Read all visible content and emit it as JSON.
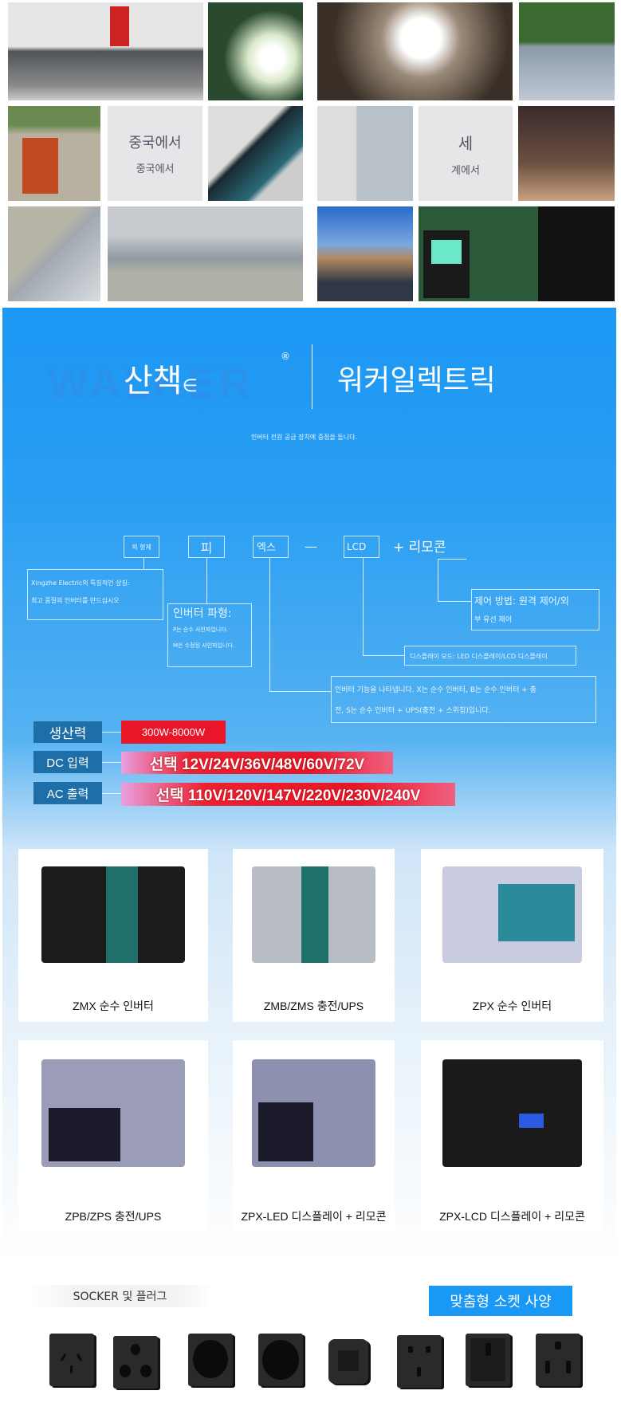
{
  "gallery": {
    "tile_text_1a": "중국에서",
    "tile_text_1b": "중국에서",
    "tile_text_2a": "세",
    "tile_text_2b": "계에서"
  },
  "brand": {
    "left": "산책",
    "left_symbol": "∈",
    "registered": "®",
    "right": "워커일렉트릭",
    "watermark": "WALKER",
    "tagline": "인버터 전원 공급 장치에 중점을 둡니다."
  },
  "diagram": {
    "codes": [
      "외 형제",
      "피",
      "엑스",
      "LCD"
    ],
    "dash": "—",
    "remote": "+ 리모콘",
    "brand_note": [
      "Xingzhe Electric의 특징적인 상징:",
      "최고 품질의 인버터를 만드십시오"
    ],
    "waveform": {
      "title": "인버터 파형:",
      "lines": [
        "P는 순수 사인파입니다.",
        "M은 수정된 사인파입니다."
      ]
    },
    "control": [
      "제어 방법: 원격 제어/외",
      "부 유선 제어"
    ],
    "display": "디스플레이 모드: LED 디스플레이/LCD 디스플레이",
    "function": [
      "인버터 기능을 나타냅니다. X는 순수 인버터, B는 순수 인버터 + 충",
      "전, S는 순수 인버터 + UPS(충전 + 스위칭)입니다."
    ]
  },
  "specs": [
    {
      "label": "생산력",
      "value": "300W-8000W"
    },
    {
      "label": "DC 입력",
      "value": "선택 12V/24V/36V/48V/60V/72V"
    },
    {
      "label": "AC 출력",
      "value": "선택 110V/120V/147V/220V/230V/240V"
    }
  ],
  "products": [
    {
      "caption": "ZMX 순수 인버터",
      "color": "#1c1c1c"
    },
    {
      "caption": "ZMB/ZMS 충전/UPS",
      "color": "#b8bcc4"
    },
    {
      "caption": "ZPX 순수 인버터",
      "color": "#c9cbe0"
    },
    {
      "caption": "ZPB/ZPS 충전/UPS",
      "color": "#9a9cb8"
    },
    {
      "caption": "ZPX-LED 디스플레이 + 리모콘",
      "color": "#8e90b0"
    },
    {
      "caption": "ZPX-LCD 디스플레이 + 리모콘",
      "color": "#1a1a1a"
    }
  ],
  "sockets": {
    "label": "SOCKER 및 플러그",
    "button": "맞춤형 소켓 사양",
    "count": 8
  },
  "colors": {
    "accent": "#1a98f5",
    "red": "#e81628",
    "label_bg": "#1e6ea8"
  }
}
